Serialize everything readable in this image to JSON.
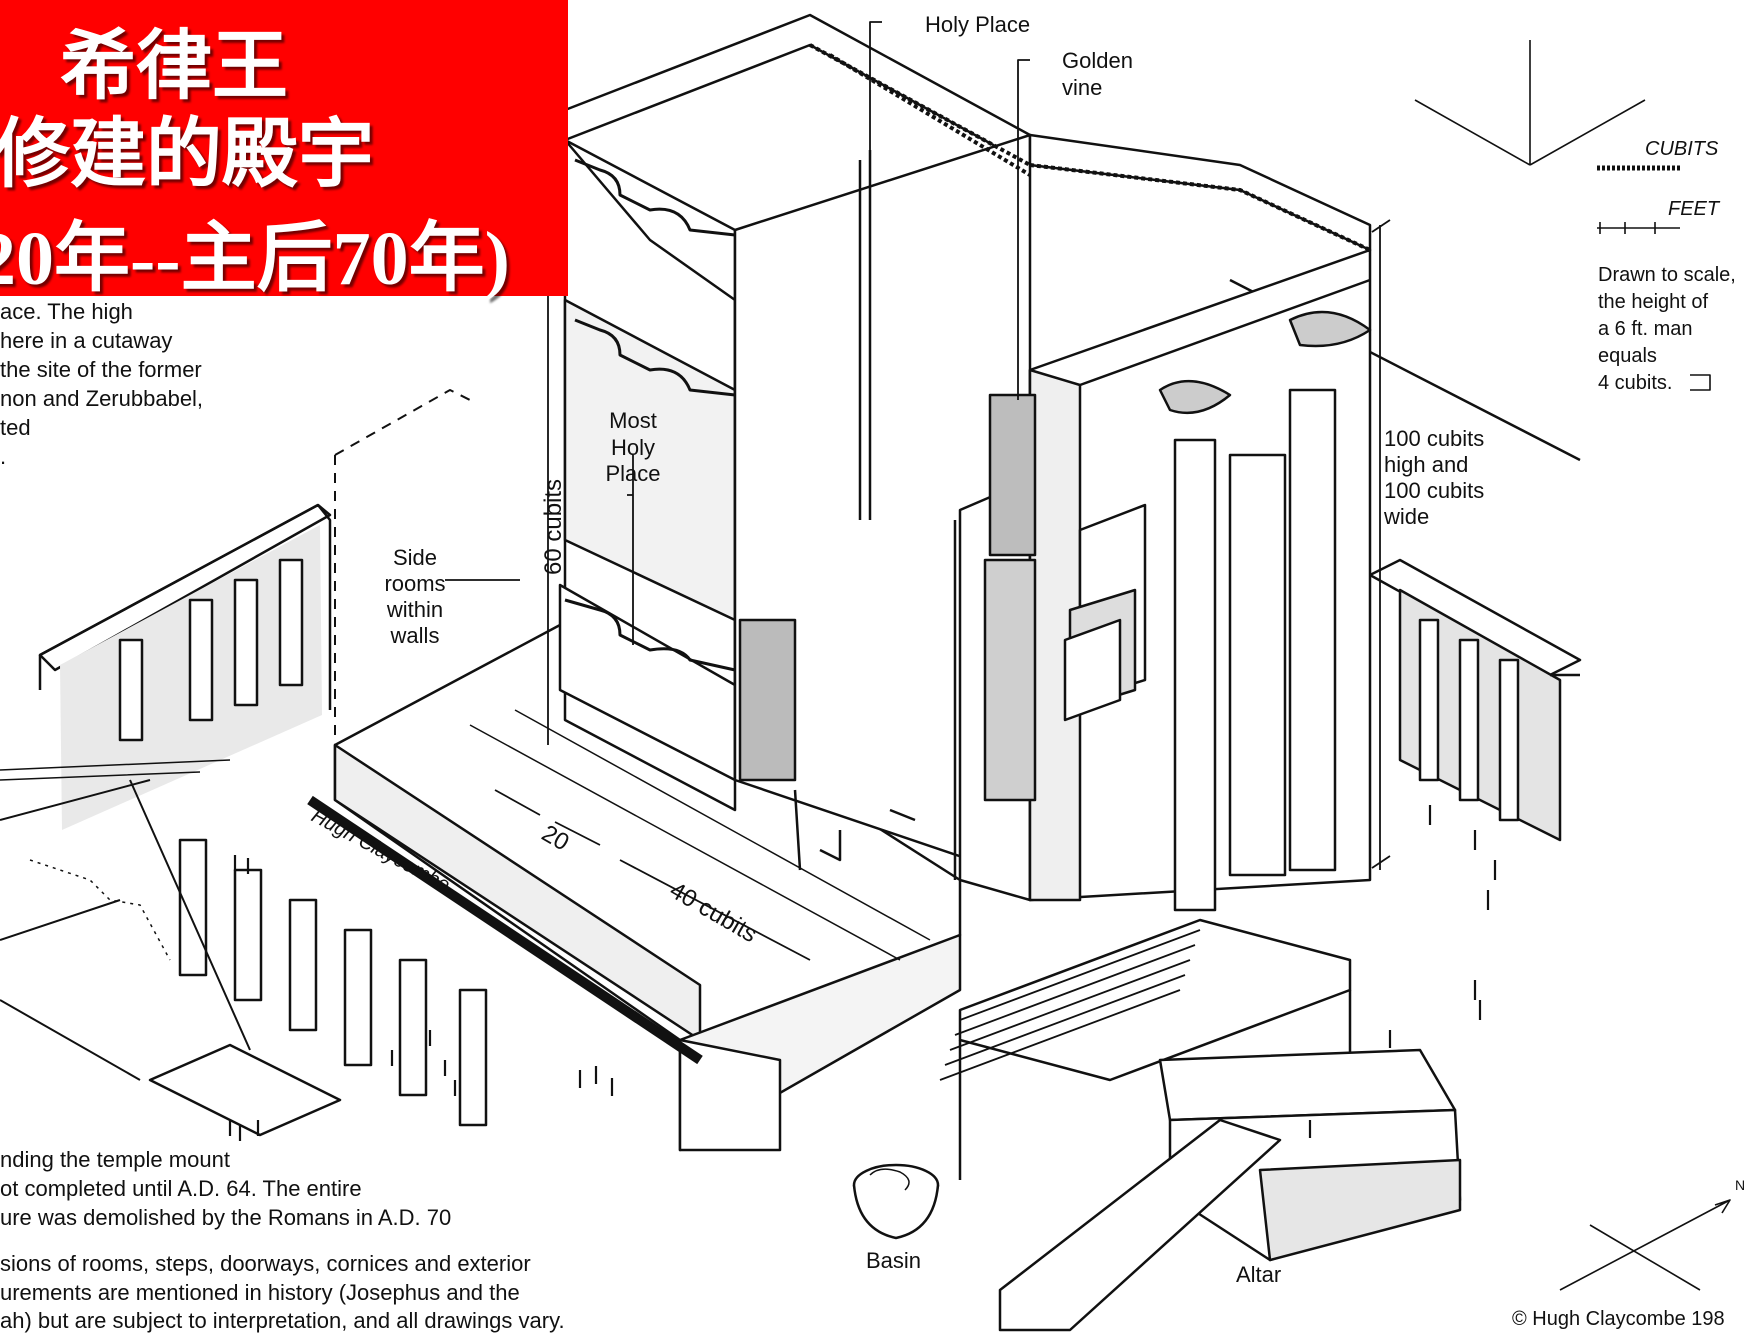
{
  "title": {
    "line1": "希律王",
    "line2": "修建的殿宇",
    "line3": "20年--主后70年)"
  },
  "intro_text": [
    "ace. The high",
    " here in a cutaway",
    " the site of the former",
    "non and Zerubbabel,",
    "ted",
    "."
  ],
  "labels": {
    "holy_place": "Holy Place",
    "golden_vine": [
      "Golden",
      "vine"
    ],
    "most_holy_place": [
      "Most",
      "Holy",
      "Place"
    ],
    "side_rooms": [
      "Side",
      "rooms",
      "within",
      "walls"
    ],
    "sixty_cubits": "60 cubits",
    "twenty": "20",
    "forty_cubits": "40 cubits",
    "hundred_cubits": [
      "100 cubits",
      "high and",
      "100 cubits",
      "wide"
    ],
    "basin": "Basin",
    "altar": "Altar",
    "north": "N",
    "signature": "Hugh Claycombe"
  },
  "scale": {
    "cubits": "CUBITS",
    "feet": "FEET",
    "note": [
      "Drawn to scale,",
      "the height of",
      "a 6 ft. man",
      "equals",
      "4 cubits."
    ]
  },
  "bottom_text": {
    "para1": [
      "nding the temple mount",
      "ot completed until A.D. 64. The entire",
      "ure was demolished by the Romans in A.D. 70"
    ],
    "para2": [
      "sions of rooms, steps, doorways, cornices and exterior",
      "urements are mentioned in history (Josephus and the",
      "ah) but are subject to interpretation, and all drawings vary."
    ]
  },
  "copyright": "© Hugh Claycombe 198",
  "colors": {
    "title_bg": "#ff0000",
    "title_text": "#ffffff",
    "ink": "#111111",
    "paper": "#ffffff"
  }
}
